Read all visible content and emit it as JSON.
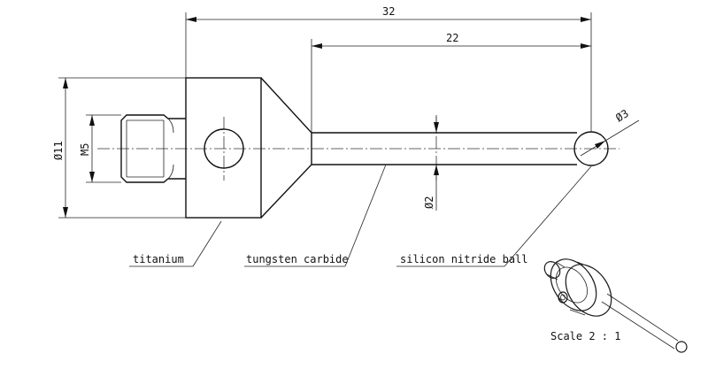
{
  "dimensions": {
    "overall_length": "32",
    "stem_length": "22",
    "body_diameter": "Ø11",
    "thread": "M5",
    "stem_diameter": "Ø2",
    "ball_diameter": "Ø3"
  },
  "labels": {
    "body_material": "titanium",
    "stem_material": "tungsten carbide",
    "ball_material": "silicon nitride ball"
  },
  "scale": "Scale 2 : 1"
}
